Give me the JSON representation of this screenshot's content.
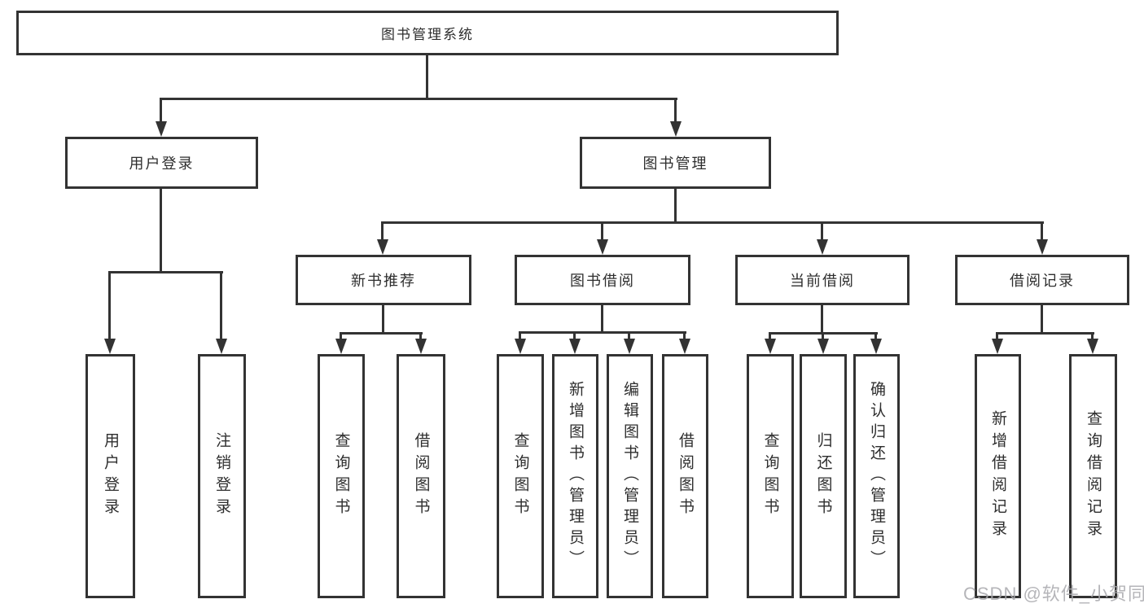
{
  "diagram": {
    "root": "图书管理系统",
    "user_branch": {
      "label": "用户登录",
      "children": [
        "用户登录",
        "注销登录"
      ]
    },
    "book_branch": {
      "label": "图书管理",
      "sections": [
        {
          "label": "新书推荐",
          "children": [
            "查询图书",
            "借阅图书"
          ]
        },
        {
          "label": "图书借阅",
          "children": [
            "查询图书",
            "新增图书（管理员）",
            "编辑图书（管理员）",
            "借阅图书"
          ]
        },
        {
          "label": "当前借阅",
          "children": [
            "查询图书",
            "归还图书",
            "确认归还（管理员）"
          ]
        },
        {
          "label": "借阅记录",
          "children": [
            "新增借阅记录",
            "查询借阅记录"
          ]
        }
      ]
    }
  },
  "watermark": {
    "text": "CSDN @软件_小贺同学"
  },
  "colors": {
    "line": "#333333",
    "text": "#2e2e2e",
    "watermark": "#a9a9ad"
  }
}
